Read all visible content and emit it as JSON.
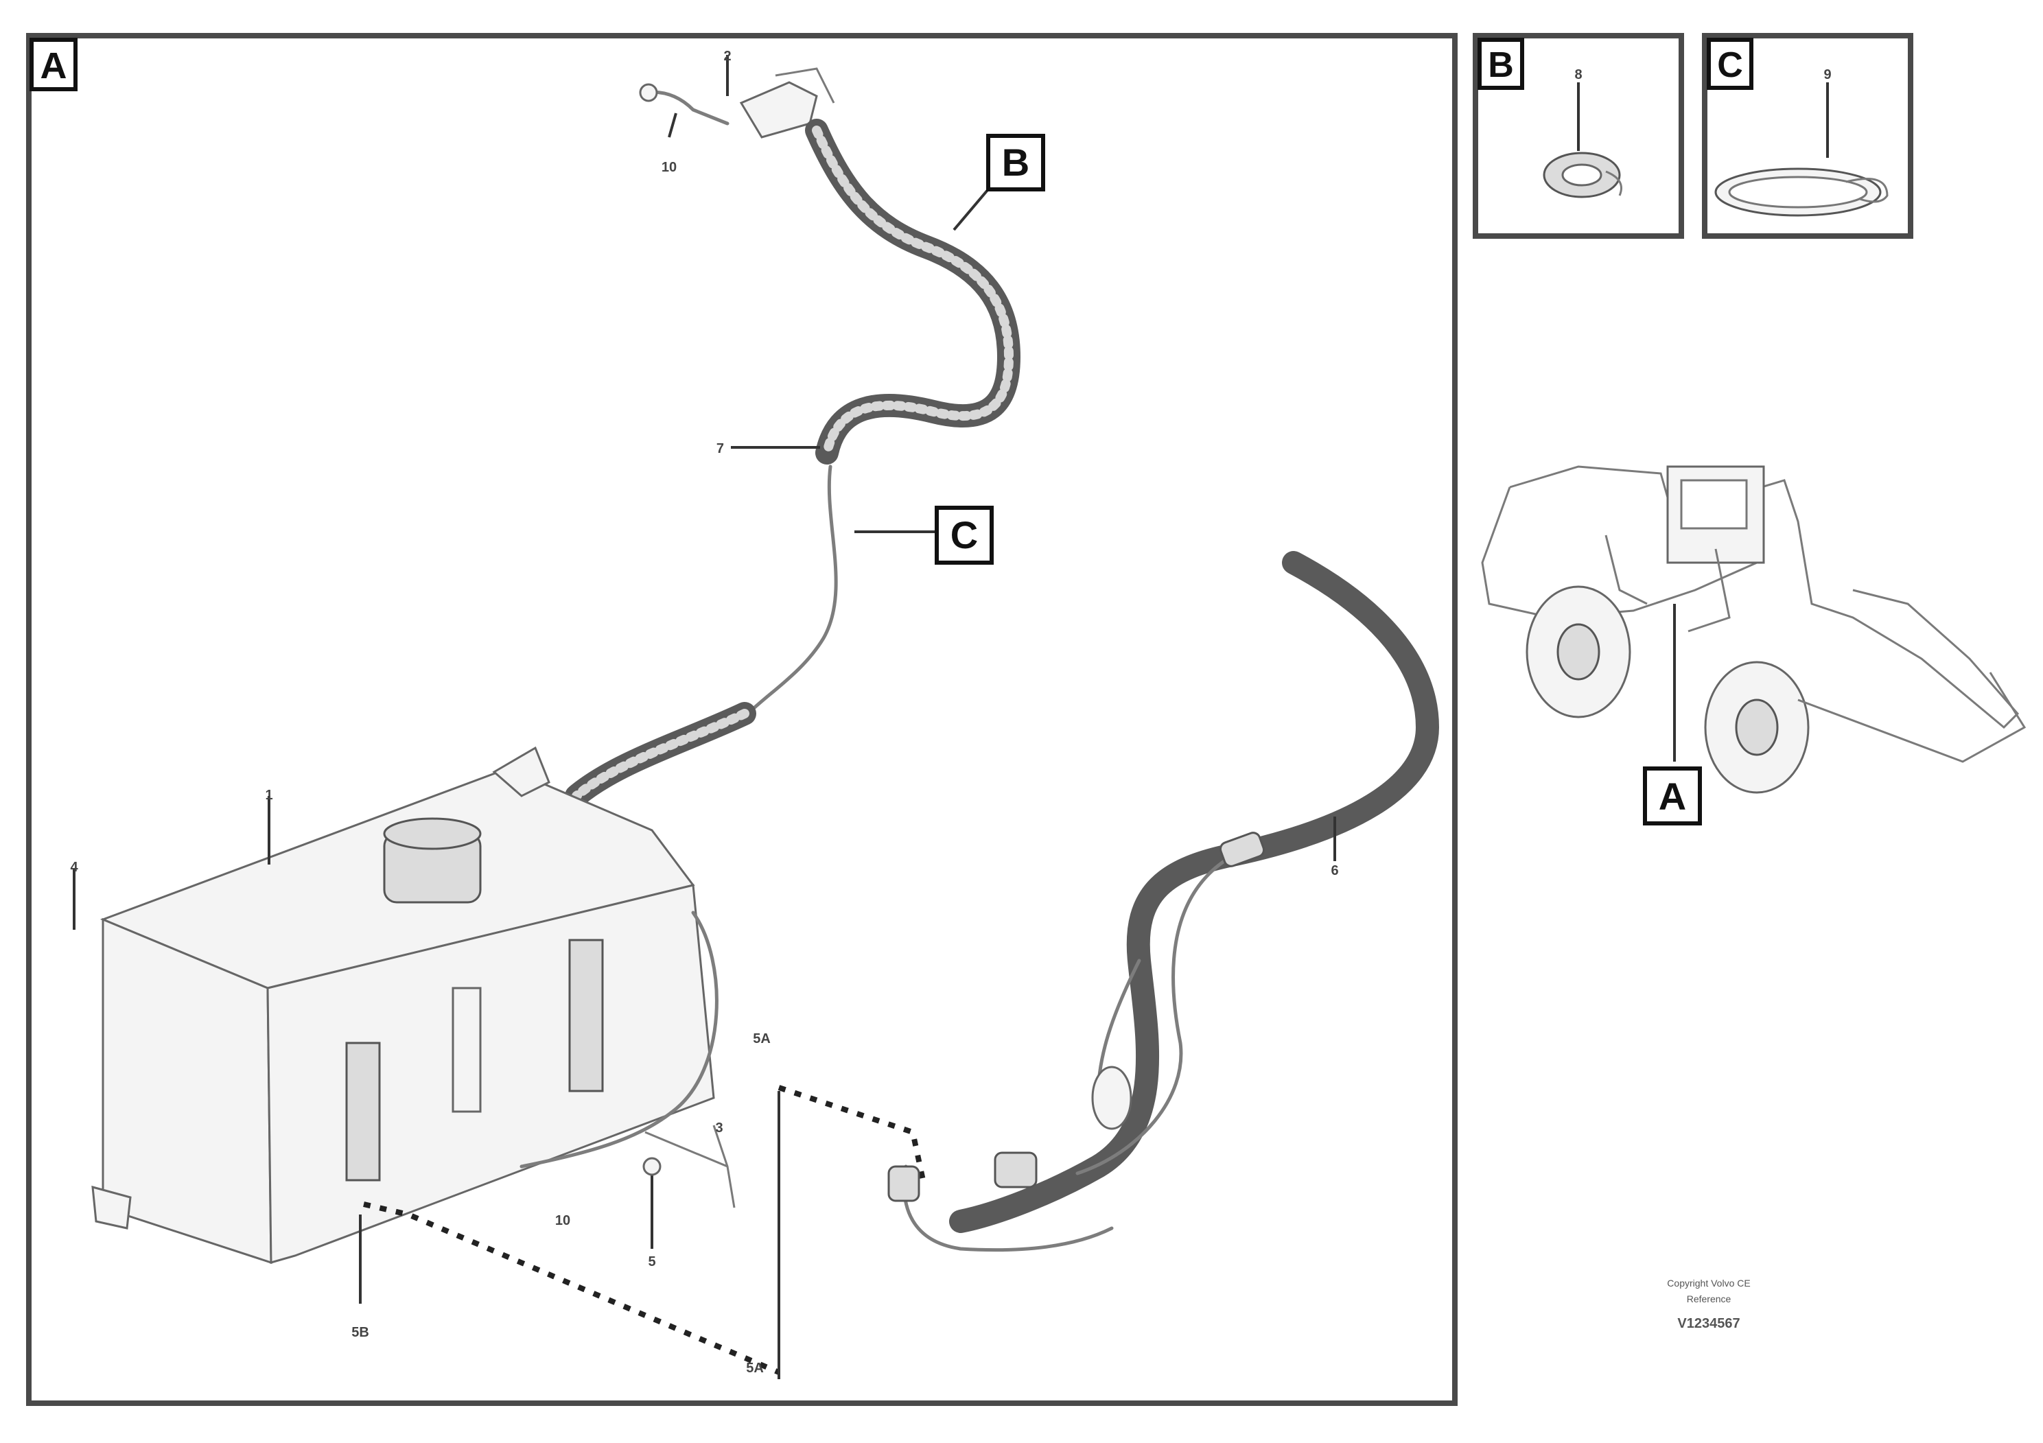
{
  "views": {
    "main_label": "A",
    "detail_b_label": "B",
    "detail_c_label": "C"
  },
  "callouts": {
    "hose_b": "B",
    "line_c": "C",
    "machine_a": "A"
  },
  "part_numbers": {
    "p_top": "2",
    "p_top_left": "10",
    "p_fitting": "7",
    "p_tank": "1",
    "p_tank_left": "4",
    "p_cable": "6",
    "p_sensor_right": "5A",
    "p_bracket": "3",
    "p_clamp": "10",
    "p_bolt": "5",
    "p_bottom": "5B",
    "p_dashed_end": "5A",
    "p_detail_b": "8",
    "p_detail_c": "9"
  },
  "footer": {
    "line1": "Copyright Volvo CE",
    "line2": "Reference",
    "code": "V1234567"
  }
}
